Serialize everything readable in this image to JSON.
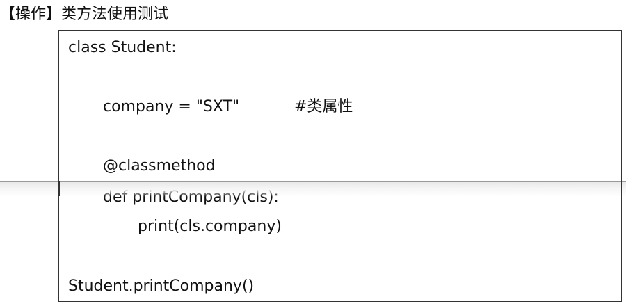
{
  "heading": {
    "bracket_label": "【操作】",
    "title": "类方法使用测试"
  },
  "code": {
    "lines": [
      "class Student:",
      "",
      "company = \"SXT\"",
      "",
      "@classmethod",
      "def printCompany(cls):",
      "print(cls.company)",
      "",
      "Student.printCompany()"
    ],
    "comment": "#类属性"
  },
  "colors": {
    "text": "#111111",
    "border": "#333333",
    "page_break_line": "#9a9a9a"
  }
}
